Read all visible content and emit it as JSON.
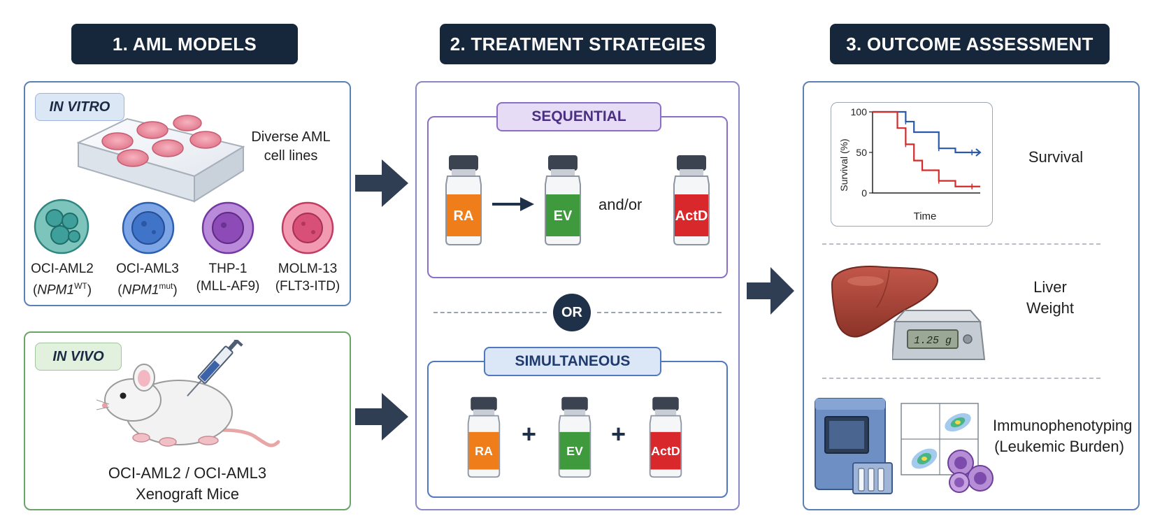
{
  "headers": {
    "models": "1. AML MODELS",
    "treatment": "2. TREATMENT STRATEGIES",
    "outcome": "3. OUTCOME ASSESSMENT"
  },
  "in_vitro": {
    "tag": "IN VITRO",
    "plate_caption_line1": "Diverse AML",
    "plate_caption_line2": "cell lines",
    "cells": [
      {
        "name": "OCI-AML2",
        "gene": "NPM1",
        "sup": "WT",
        "open": "(",
        "close": ")",
        "color": "#3f9f9a"
      },
      {
        "name": "OCI-AML3",
        "gene": "NPM1",
        "sup": "mut",
        "open": "(",
        "close": ")",
        "color": "#3f74c9"
      },
      {
        "name": "THP-1",
        "detail": "(MLL-AF9)",
        "color": "#8d4bb8"
      },
      {
        "name": "MOLM-13",
        "detail": "(FLT3-ITD)",
        "color": "#d84f77"
      }
    ]
  },
  "in_vivo": {
    "tag": "IN VIVO",
    "caption_line1": "OCI-AML2 / OCI-AML3",
    "caption_line2": "Xenograft Mice"
  },
  "treatment": {
    "sequential": {
      "title": "SEQUENTIAL",
      "drugs": [
        "RA",
        "EV",
        "ActD"
      ],
      "connector": "and/or"
    },
    "or_label": "OR",
    "simultaneous": {
      "title": "SIMULTANEOUS",
      "drugs": [
        "RA",
        "EV",
        "ActD"
      ],
      "plus": "+"
    }
  },
  "outcome": {
    "survival": {
      "label": "Survival",
      "ylabel": "Survival (%)",
      "xlabel": "Time",
      "yticks": [
        "100",
        "50",
        "0"
      ]
    },
    "liver": {
      "label_line1": "Liver",
      "label_line2": "Weight",
      "scale_reading": "1.25 g"
    },
    "immuno": {
      "label_line1": "Immunophenotyping",
      "label_line2": "(Leukemic Burden)"
    }
  },
  "colors": {
    "header_bg": "#16263b",
    "panel_border": "#5c7fb8",
    "in_vivo_border": "#6ba36a",
    "sequential": "#8b6fc7",
    "simultaneous": "#4f78c0",
    "ra": "#ef7d1a",
    "ev": "#3e9a3c",
    "actd": "#d8282b",
    "arrow": "#2f3e52"
  },
  "chart_data": {
    "type": "line",
    "title": "",
    "xlabel": "Time",
    "ylabel": "Survival (%)",
    "ylim": [
      0,
      100
    ],
    "yticks": [
      0,
      50,
      100
    ],
    "x": [
      0,
      1,
      2,
      3,
      4,
      5,
      6,
      7,
      8,
      9,
      10,
      11,
      12,
      13
    ],
    "series": [
      {
        "color": "#2b58a8",
        "values": [
          100,
          100,
          100,
          100,
          88,
          75,
          75,
          75,
          55,
          55,
          50,
          50,
          50,
          50
        ]
      },
      {
        "color": "#d42a2a",
        "values": [
          100,
          100,
          100,
          80,
          60,
          40,
          28,
          28,
          15,
          15,
          8,
          8,
          8,
          8
        ]
      }
    ]
  }
}
